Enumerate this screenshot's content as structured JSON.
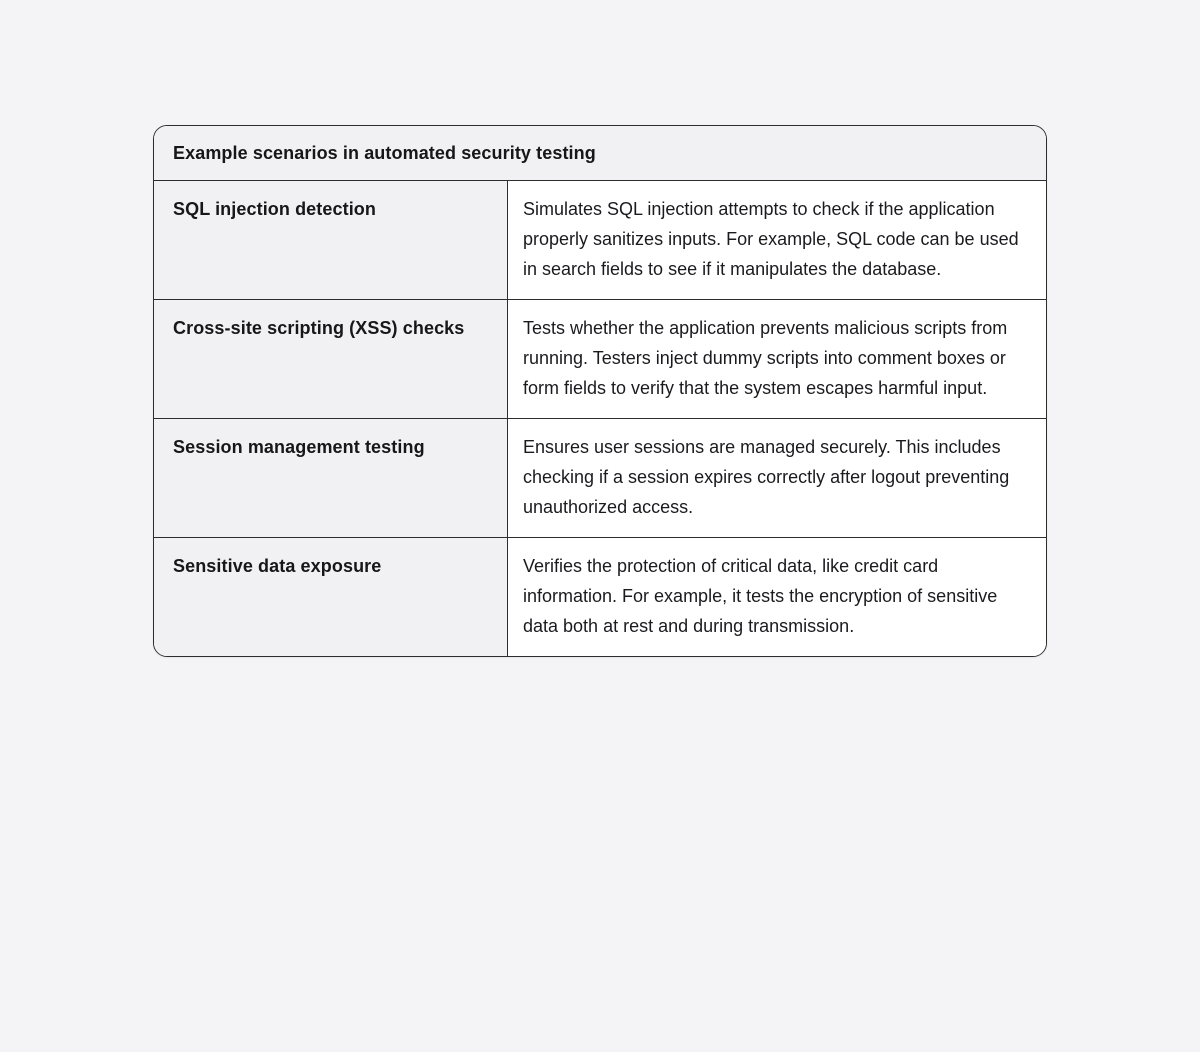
{
  "table": {
    "title": "Example scenarios in automated security testing",
    "columns": [
      "scenario",
      "description"
    ],
    "rows": [
      {
        "scenario": "SQL injection detection",
        "description": "Simulates SQL injection attempts to check if the application properly sanitizes inputs. For example, SQL code can be used in search fields to see if it manipulates the database."
      },
      {
        "scenario": "Cross-site scripting (XSS) checks",
        "description": "Tests whether the application prevents malicious scripts from running. Testers inject dummy scripts into comment boxes or form fields to verify that the system escapes harmful input."
      },
      {
        "scenario": "Session management testing",
        "description": "Ensures user sessions are managed securely. This includes checking if a session expires correctly after logout preventing unauthorized access."
      },
      {
        "scenario": "Sensitive data exposure",
        "description": "Verifies the protection of critical data, like credit card information. For example, it tests the encryption of sensitive data both at rest and during transmission."
      }
    ]
  },
  "colors": {
    "page_background": "#f4f4f6",
    "header_background": "#f1f1f4",
    "scenario_cell_background": "#f1f1f4",
    "description_cell_background": "#ffffff",
    "border": "#2d2d2d",
    "text": "#17171a"
  }
}
